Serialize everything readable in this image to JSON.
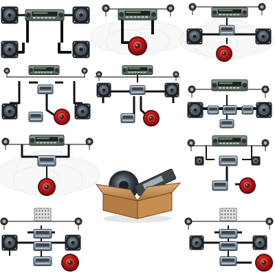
{
  "colors": {
    "background": "#ffffff",
    "wire": "#111111",
    "thin_wire": "#555555",
    "head_unit": "#4a5a52",
    "amplifier": "#5c6e7a",
    "speaker_rim": "#2f3a46",
    "subwoofer_red": "#c41818"
  },
  "diagrams": [
    {
      "id": "1",
      "components": [
        "head-unit",
        "speaker",
        "speaker",
        "speaker",
        "speaker"
      ]
    },
    {
      "id": "2",
      "components": [
        "head-unit",
        "tweeter",
        "tweeter",
        "subwoofer"
      ]
    },
    {
      "id": "3",
      "components": [
        "head-unit",
        "tweeter",
        "tweeter",
        "speaker",
        "speaker",
        "amplifier",
        "subwoofer"
      ]
    },
    {
      "id": "4",
      "components": [
        "head-unit",
        "tweeter",
        "tweeter",
        "amplifier",
        "speaker",
        "speaker",
        "amplifier",
        "subwoofer"
      ]
    },
    {
      "id": "5",
      "components": [
        "head-unit",
        "tweeter",
        "tweeter",
        "speaker",
        "speaker",
        "amplifier",
        "amplifier",
        "subwoofer"
      ]
    },
    {
      "id": "6",
      "components": [
        "head-unit",
        "tweeter",
        "tweeter",
        "speaker",
        "speaker",
        "amplifier",
        "amplifier",
        "amplifier"
      ]
    },
    {
      "id": "7",
      "components": [
        "head-unit",
        "tweeter",
        "tweeter",
        "amplifier",
        "subwoofer"
      ]
    },
    {
      "id": "8",
      "components": [
        "head-unit",
        "tweeter",
        "tweeter",
        "amplifier",
        "amplifier",
        "subwoofer"
      ]
    },
    {
      "id": "9",
      "components": [
        "processor",
        "tweeter",
        "tweeter",
        "speaker",
        "speaker",
        "amplifier",
        "amplifier",
        "amplifier",
        "subwoofer"
      ]
    },
    {
      "id": "10",
      "components": [
        "processor",
        "tweeter",
        "tweeter",
        "speaker",
        "speaker",
        "amplifier",
        "amplifier",
        "amplifier",
        "subwoofer"
      ]
    }
  ],
  "center_icon": {
    "name": "box-with-car-audio-icon",
    "components": [
      "cardboard-box",
      "subwoofer",
      "head-unit"
    ]
  }
}
